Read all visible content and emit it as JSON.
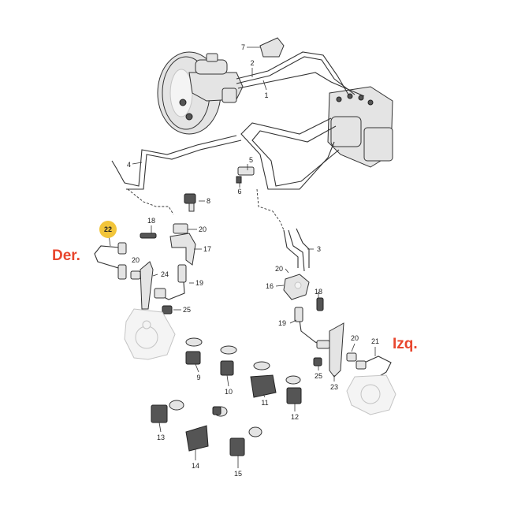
{
  "labels": {
    "right_side": "Der.",
    "left_side": "Izq."
  },
  "highlight_color": "#f2c53a",
  "side_label_color": "#e8462e",
  "callouts": {
    "p1": "1",
    "p2": "2",
    "p3": "3",
    "p4": "4",
    "p5": "5",
    "p6": "6",
    "p7": "7",
    "p8": "8",
    "p9": "9",
    "p10": "10",
    "p11": "11",
    "p12": "12",
    "p13": "13",
    "p14": "14",
    "p15": "15",
    "p16": "16",
    "p17": "17",
    "p18": "18",
    "p18b": "18",
    "p19": "19",
    "p19b": "19",
    "p20a": "20",
    "p20b": "20",
    "p20c": "20",
    "p20d": "20",
    "p21": "21",
    "p22": "22",
    "p23": "23",
    "p24": "24",
    "p25": "25",
    "p25b": "25"
  }
}
